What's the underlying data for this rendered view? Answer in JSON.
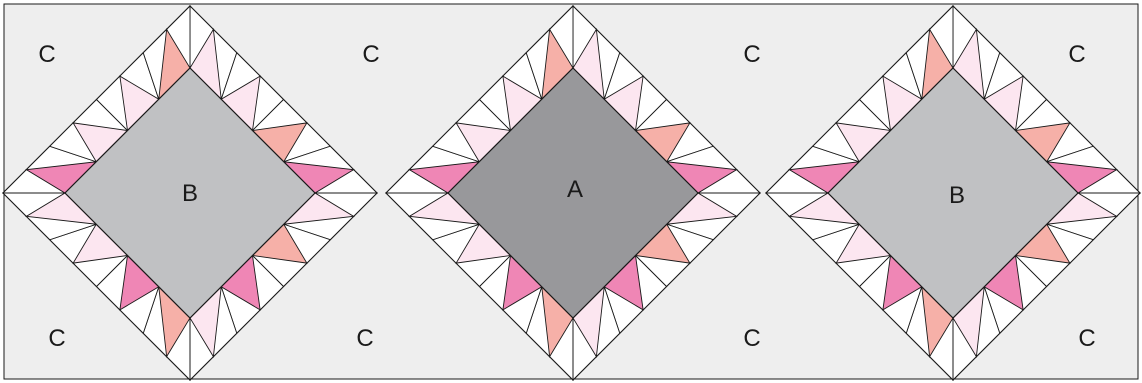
{
  "colors": {
    "background": "#eeeeee",
    "outline": "#1a1a1a",
    "center_a": "#98989b",
    "center_b": "#c0c1c3",
    "pink_light": "#fce6f0",
    "pink_bright": "#ef86b5",
    "salmon": "#f6b0a8"
  },
  "blocks": [
    {
      "label": "B",
      "center_color": "center_b"
    },
    {
      "label": "A",
      "center_color": "center_a"
    },
    {
      "label": "B",
      "center_color": "center_b"
    }
  ],
  "corner_labels": [
    "C",
    "C",
    "C",
    "C",
    "C",
    "C",
    "C",
    "C"
  ]
}
